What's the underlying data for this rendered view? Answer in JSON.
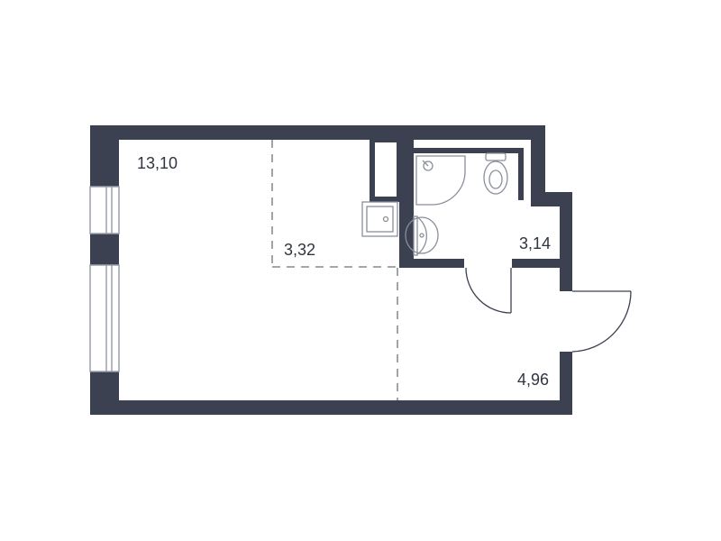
{
  "plan": {
    "rooms": [
      {
        "id": "living",
        "area": "13,10"
      },
      {
        "id": "kitchen",
        "area": "3,32"
      },
      {
        "id": "bathroom",
        "area": "3,14"
      },
      {
        "id": "hallway",
        "area": "4,96"
      }
    ]
  },
  "colors": {
    "wall": "#3b4150",
    "fixture": "#8a8f99",
    "window": "#9aa0aa",
    "dashed": "#6f7480"
  }
}
